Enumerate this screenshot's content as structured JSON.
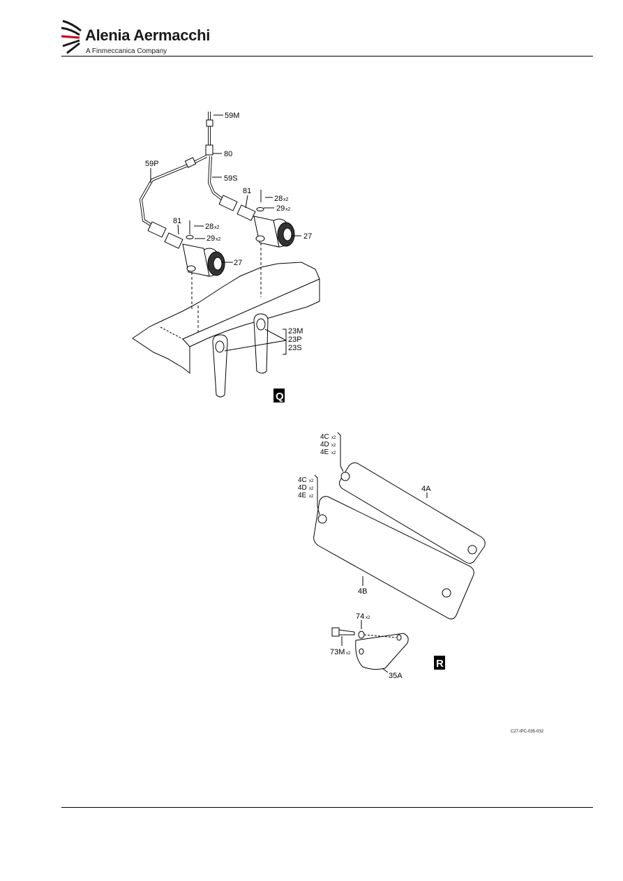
{
  "header": {
    "brand_name": "Alenia Aermacchi",
    "brand_tagline": "A Finmeccanica Company",
    "brand_accent": "#c8102e"
  },
  "figure_q": {
    "view_letter": "Q",
    "callouts": {
      "c59M": "59M",
      "c80": "80",
      "c59P": "59P",
      "c59S": "59S",
      "c81a": "81",
      "c28a": "28",
      "c28a_qty": "x2",
      "c29a": "29",
      "c29a_qty": "x2",
      "c27a": "27",
      "c81b": "81",
      "c28b": "28",
      "c28b_qty": "x2",
      "c29b": "29",
      "c29b_qty": "x2",
      "c27b": "27",
      "c23M": "23M",
      "c23P": "23P",
      "c23S": "23S"
    }
  },
  "figure_r": {
    "view_letter": "R",
    "callouts": {
      "c4C_1": "4C",
      "c4C_1_qty": "x2",
      "c4D_1": "4D",
      "c4D_1_qty": "x2",
      "c4E_1": "4E",
      "c4E_1_qty": "x2",
      "c4C_2": "4C",
      "c4C_2_qty": "x2",
      "c4D_2": "4D",
      "c4D_2_qty": "x2",
      "c4E_2": "4E",
      "c4E_2_qty": "x2",
      "c4A": "4A",
      "c4B": "4B",
      "c74": "74",
      "c74_qty": "x2",
      "c73M": "73M",
      "c73M_qty": "x2",
      "c35A": "35A"
    }
  },
  "drawing_reference": "C27-IPC-035-032"
}
